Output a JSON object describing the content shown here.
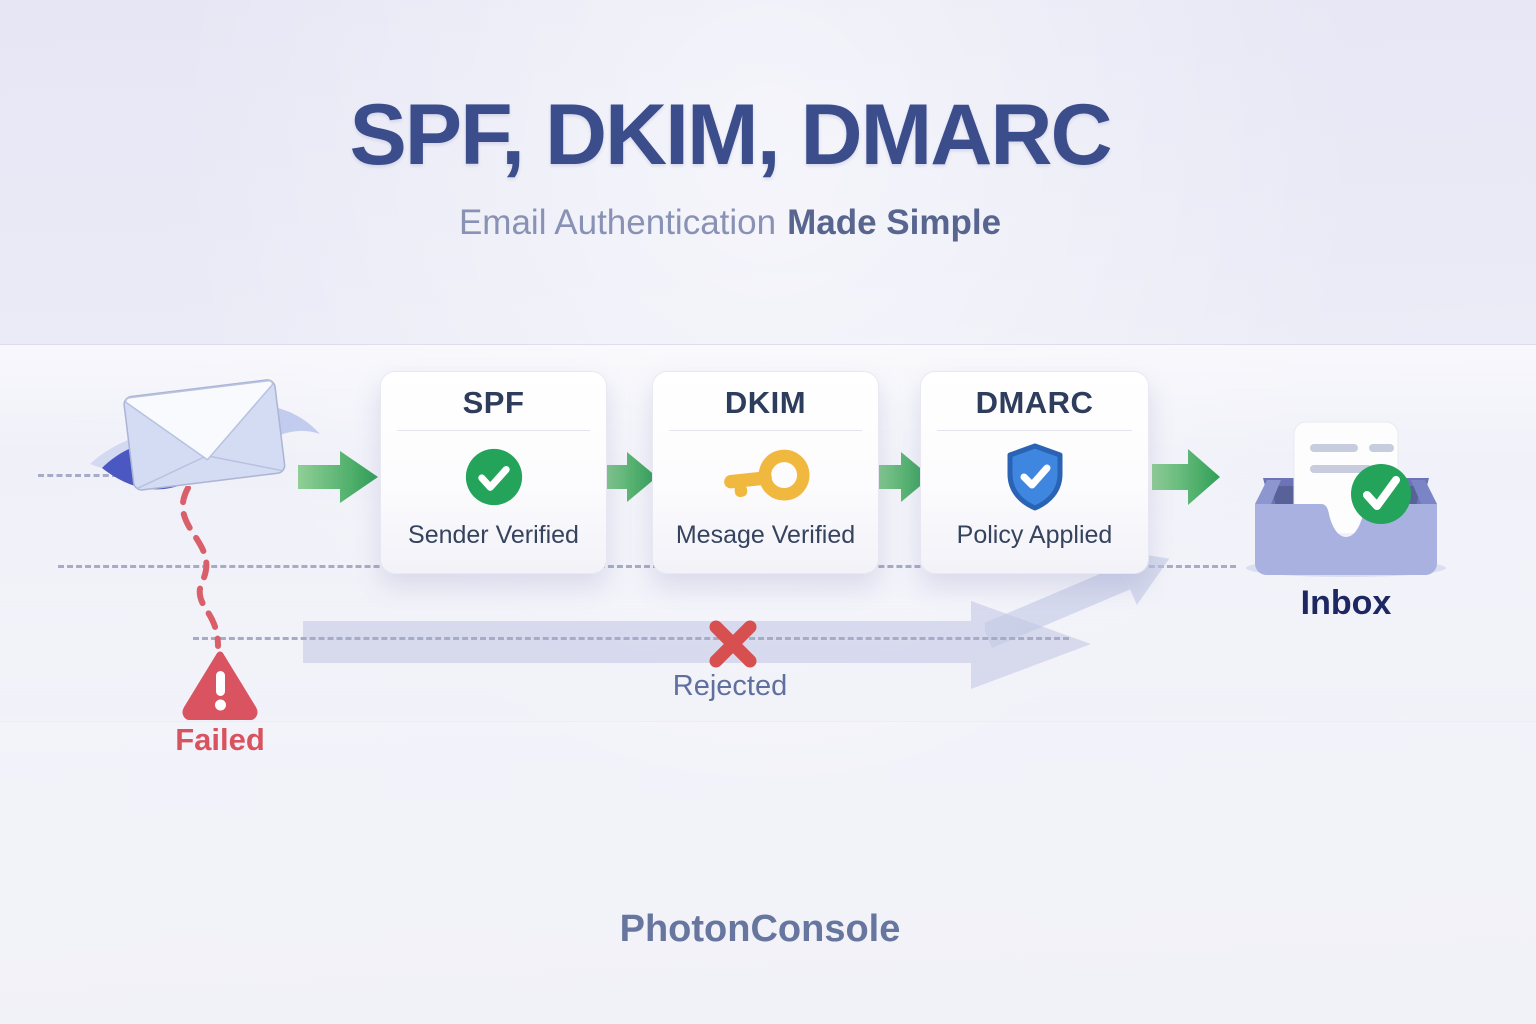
{
  "title": "SPF, DKIM, DMARC",
  "subtitle": {
    "normal": "Email Authentication",
    "bold": "Made Simple"
  },
  "steps": [
    {
      "name": "SPF",
      "status": "Sender Verified",
      "icon": "check-circle-icon"
    },
    {
      "name": "DKIM",
      "status": "Mesage Verified",
      "icon": "key-icon"
    },
    {
      "name": "DMARC",
      "status": "Policy Applied",
      "icon": "shield-check-icon"
    }
  ],
  "inbox": {
    "label": "Inbox"
  },
  "rejected": {
    "label": "Rejected"
  },
  "failed": {
    "label": "Failed"
  },
  "brand": "PhotonConsole",
  "colors": {
    "title_blue": "#3c4d8b",
    "success_green": "#24a45b",
    "arrow_green": "#35a35b",
    "key_yellow": "#f1b83f",
    "shield_blue": "#3e86e0",
    "error_red": "#d9535f",
    "inbox_purple": "#a9b1e0",
    "dash_gray": "#a6acc8",
    "muted_text": "#5f6f9e"
  }
}
